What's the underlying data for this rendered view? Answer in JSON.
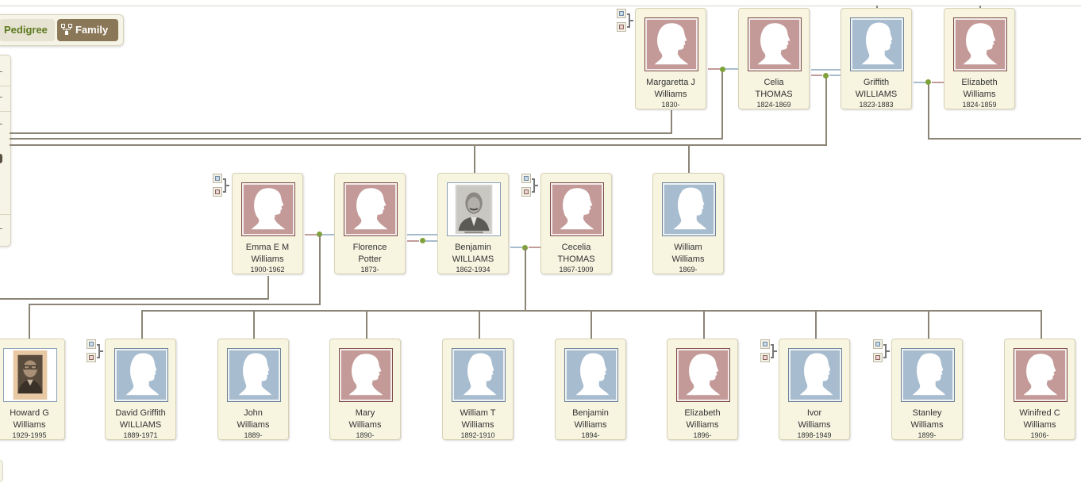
{
  "view_toggle": {
    "pedigree_label": "Pedigree",
    "family_label": "Family",
    "active": "Family"
  },
  "colors": {
    "male_bg": "#a7bccf",
    "female_bg": "#c39a98",
    "card_bg": "#f7f4e0",
    "line": "#8c8577",
    "marriage_dot": "#7fa23b",
    "active_toggle": "#8a7757",
    "inactive_toggle_text": "#5d7a1f"
  },
  "generations": {
    "grandparents": [
      {
        "id": "margaretta",
        "first": "Margaretta J",
        "last": "Williams",
        "years": "1830-",
        "gender": "female",
        "photo": "silhouette",
        "has_spouse_switch": true
      },
      {
        "id": "celia",
        "first": "Celia",
        "last": "THOMAS",
        "years": "1824-1869",
        "gender": "female",
        "photo": "silhouette",
        "has_spouse_switch": false
      },
      {
        "id": "griffith",
        "first": "Griffith",
        "last": "WILLIAMS",
        "years": "1823-1883",
        "gender": "male",
        "photo": "silhouette",
        "has_spouse_switch": false
      },
      {
        "id": "elizabeth_sr",
        "first": "Elizabeth",
        "last": "Williams",
        "years": "1824-1859",
        "gender": "female",
        "photo": "silhouette",
        "has_spouse_switch": false
      }
    ],
    "parents": [
      {
        "id": "emma",
        "first": "Emma E M",
        "last": "Williams",
        "years": "1900-1962",
        "gender": "female",
        "photo": "silhouette",
        "has_spouse_switch": true
      },
      {
        "id": "florence",
        "first": "Florence",
        "last": "Potter",
        "years": "1873-",
        "gender": "female",
        "photo": "silhouette",
        "has_spouse_switch": false
      },
      {
        "id": "benjamin",
        "first": "Benjamin",
        "last": "WILLIAMS",
        "years": "1862-1934",
        "gender": "male",
        "photo": "portrait",
        "has_spouse_switch": false
      },
      {
        "id": "cecelia",
        "first": "Cecelia",
        "last": "THOMAS",
        "years": "1867-1909",
        "gender": "female",
        "photo": "silhouette",
        "has_spouse_switch": true
      },
      {
        "id": "william_sib",
        "first": "William",
        "last": "Williams",
        "years": "1869-",
        "gender": "male",
        "photo": "silhouette",
        "has_spouse_switch": false
      }
    ],
    "children": [
      {
        "id": "howard",
        "first": "Howard G",
        "last": "Williams",
        "years": "1929-1995",
        "gender": "male",
        "photo": "portrait",
        "has_spouse_switch": false
      },
      {
        "id": "david",
        "first": "David Griffith",
        "last": "WILLIAMS",
        "years": "1889-1971",
        "gender": "male",
        "photo": "silhouette",
        "has_spouse_switch": true
      },
      {
        "id": "john",
        "first": "John",
        "last": "Williams",
        "years": "1889-",
        "gender": "male",
        "photo": "silhouette",
        "has_spouse_switch": false
      },
      {
        "id": "mary",
        "first": "Mary",
        "last": "Williams",
        "years": "1890-",
        "gender": "female",
        "photo": "silhouette",
        "has_spouse_switch": false
      },
      {
        "id": "william_t",
        "first": "William T",
        "last": "Williams",
        "years": "1892-1910",
        "gender": "male",
        "photo": "silhouette",
        "has_spouse_switch": false
      },
      {
        "id": "benjamin_jr",
        "first": "Benjamin",
        "last": "Williams",
        "years": "1894-",
        "gender": "male",
        "photo": "silhouette",
        "has_spouse_switch": false
      },
      {
        "id": "elizabeth_jr",
        "first": "Elizabeth",
        "last": "Williams",
        "years": "1896-",
        "gender": "female",
        "photo": "silhouette",
        "has_spouse_switch": false
      },
      {
        "id": "ivor",
        "first": "Ivor",
        "last": "Williams",
        "years": "1898-1949",
        "gender": "male",
        "photo": "silhouette",
        "has_spouse_switch": true
      },
      {
        "id": "stanley",
        "first": "Stanley",
        "last": "Williams",
        "years": "1899-",
        "gender": "male",
        "photo": "silhouette",
        "has_spouse_switch": true
      },
      {
        "id": "winifred",
        "first": "Winifred C",
        "last": "Williams",
        "years": "1906-",
        "gender": "female",
        "photo": "silhouette",
        "has_spouse_switch": false
      }
    ]
  }
}
